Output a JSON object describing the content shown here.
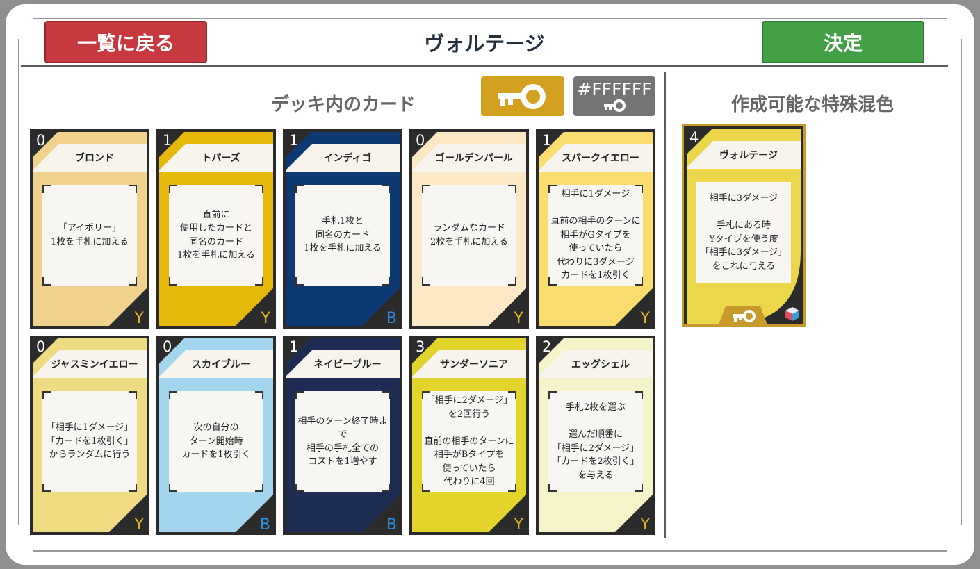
{
  "header": {
    "back_label": "一覧に戻る",
    "title": "ヴォルテージ",
    "confirm_label": "決定"
  },
  "deck": {
    "title": "デッキ内のカード",
    "color_code": "#FFFFFF"
  },
  "special": {
    "title": "作成可能な特殊混色",
    "card": {
      "cost": "4",
      "name": "ヴォルテージ",
      "text": "相手に3ダメージ\n\n手札にある時\nYタイプを使う度\n「相手に3ダメージ」\nをこれに与える",
      "color": "#ecd64a"
    }
  },
  "cards": [
    {
      "cost": "0",
      "name": "ブロンド",
      "text": "「アイボリー」\n1枚を手札に加える",
      "type": "Y",
      "color": "#f0d28c",
      "band": "#f3d89a",
      "type_color": "#e0b820"
    },
    {
      "cost": "1",
      "name": "トパーズ",
      "text": "直前に\n使用したカードと\n同名のカード\n1枚を手札に加える",
      "type": "Y",
      "color": "#e6b80a",
      "band": "#ecbf1a",
      "type_color": "#e0b820"
    },
    {
      "cost": "1",
      "name": "インディゴ",
      "text": "手札1枚と\n同名のカード\n1枚を手札に加える",
      "type": "B",
      "color": "#0d3a72",
      "band": "#0f3f7c",
      "type_color": "#2d8fe0"
    },
    {
      "cost": "0",
      "name": "ゴールデンパール",
      "text": "ランダムなカード\n2枚を手札に加える",
      "type": "Y",
      "color": "#fbe8c4",
      "band": "#fbe6c0",
      "type_color": "#e0b820"
    },
    {
      "cost": "1",
      "name": "スパークイエロー",
      "text": "相手に1ダメージ\n\n直前の相手のターンに\n相手がGタイプを\n使っていたら\n代わりに3ダメージ\nカードを1枚引く",
      "type": "Y",
      "color": "#fbdc6e",
      "band": "#fbe07a",
      "type_color": "#e0b820"
    },
    {
      "cost": "0",
      "name": "ジャスミンイエロー",
      "text": "「相手に1ダメージ」\n「カードを1枚引く」\nからランダムに行う",
      "type": "Y",
      "color": "#efdc82",
      "band": "#f0de8a",
      "type_color": "#e0b820"
    },
    {
      "cost": "0",
      "name": "スカイブルー",
      "text": "次の自分の\nターン開始時\nカードを1枚引く",
      "type": "B",
      "color": "#a3d6ee",
      "band": "#a8d8ef",
      "type_color": "#2d8fe0"
    },
    {
      "cost": "1",
      "name": "ネイビーブルー",
      "text": "相手のターン終了時まで\n相手の手札全ての\nコストを1増やす",
      "type": "B",
      "color": "#1e2b52",
      "band": "#22305a",
      "type_color": "#2d8fe0"
    },
    {
      "cost": "3",
      "name": "サンダーソニア",
      "text": "「相手に2ダメージ」\nを2回行う\n\n直前の相手のターンに\n相手がBタイプを\n使っていたら\n代わりに4回",
      "type": "Y",
      "color": "#e2d42a",
      "band": "#e6d834",
      "type_color": "#e0b820"
    },
    {
      "cost": "2",
      "name": "エッグシェル",
      "text": "手札2枚を選ぶ\n\n選んだ順番に\n「相手に2ダメージ」\n「カードを2枚引く」\nを与える",
      "type": "Y",
      "color": "#f5f4c8",
      "band": "#f4f2c0",
      "type_color": "#e0b820"
    }
  ]
}
